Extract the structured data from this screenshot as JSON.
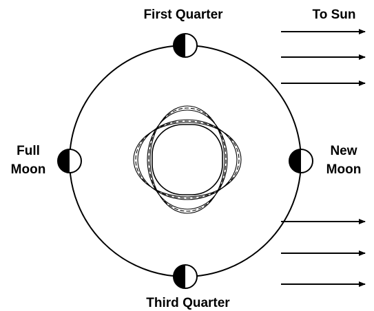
{
  "labels": {
    "first_quarter": "First Quarter",
    "third_quarter": "Third Quarter",
    "full_moon_line1": "Full",
    "full_moon_line2": "Moon",
    "new_moon_line1": "New",
    "new_moon_line2": "Moon",
    "to_sun": "To Sun"
  },
  "icons": {
    "moon": "half-moon-icon",
    "sun_direction": "arrow-right-icon"
  },
  "colors": {
    "ink": "#000000",
    "background": "#ffffff"
  }
}
